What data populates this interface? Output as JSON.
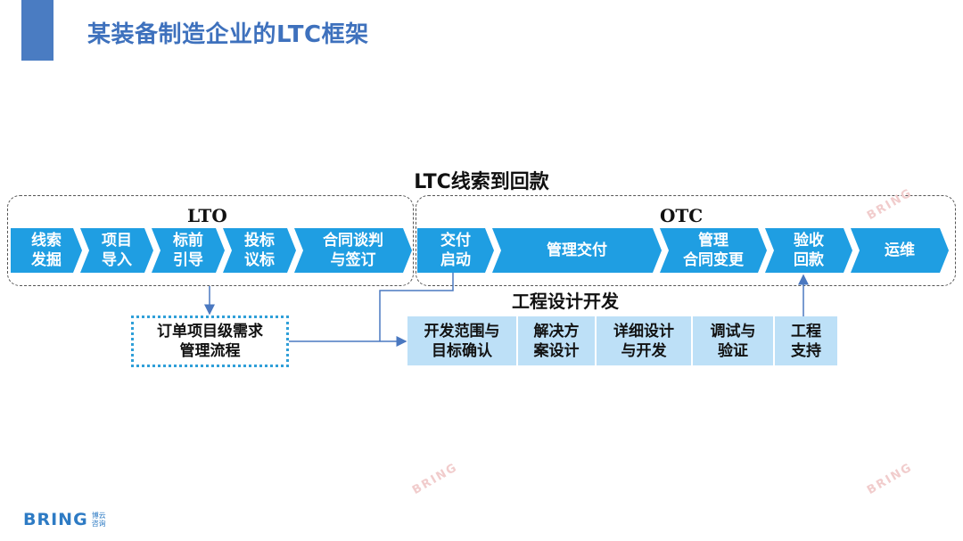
{
  "slide": {
    "title": "某装备制造企业的LTC框架"
  },
  "diagram": {
    "title": "LTC线索到回款",
    "lto": {
      "label": "LTO",
      "steps": [
        "线索\n发掘",
        "项目\n导入",
        "标前\n引导",
        "投标\n议标",
        "合同谈判\n与签订"
      ]
    },
    "otc": {
      "label": "OTC",
      "steps": [
        "交付\n启动",
        "管理交付",
        "管理\n合同变更",
        "验收\n回款",
        "运维"
      ]
    },
    "engineering": {
      "title": "工程设计开发",
      "cells": [
        "开发范围与\n目标确认",
        "解决方\n案设计",
        "详细设计\n与开发",
        "调试与\n验证",
        "工程\n支持"
      ]
    },
    "order_box": {
      "label": "订单项目级需求\n管理流程"
    }
  },
  "colors": {
    "chevron": "#1f9ee2",
    "engineering_cell": "#bde0f7",
    "title": "#3e71bd",
    "accent_bar": "#4a7cc2"
  },
  "footer": {
    "logo": "BRING",
    "logo_sub": "博云咨询"
  },
  "watermark": "BRING"
}
